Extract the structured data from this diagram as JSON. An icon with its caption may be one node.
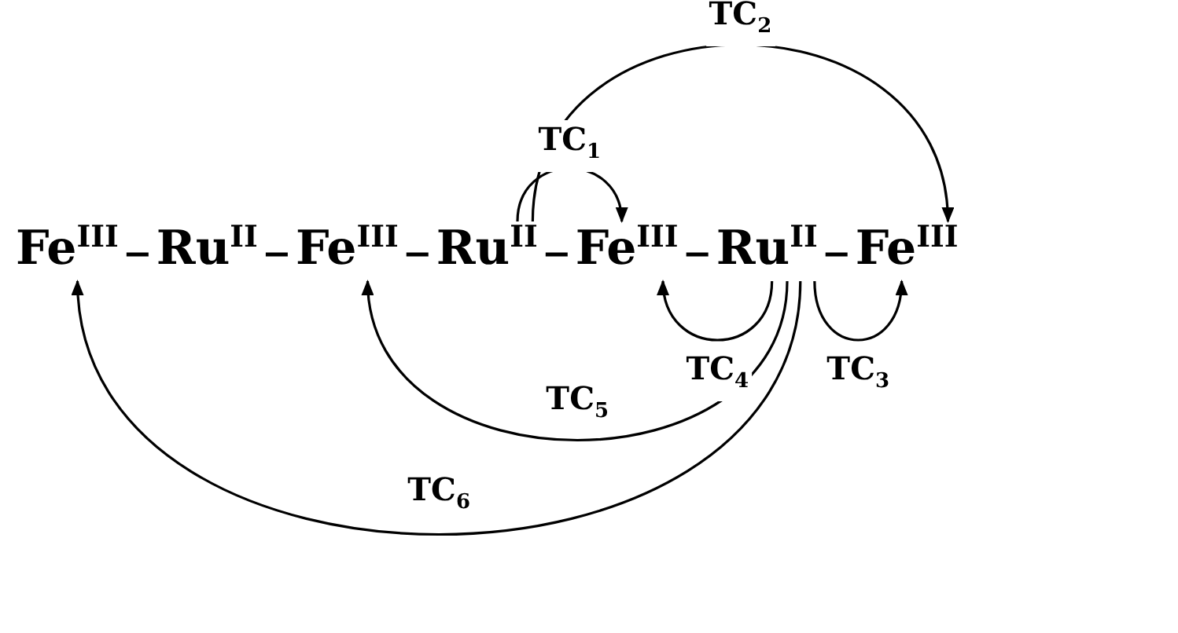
{
  "diagram": {
    "nodes": [
      {
        "text": [
          "Fe$^{III}$"
        ]
      },
      {
        "text": [
          "Ru$^{II}$"
        ]
      },
      {
        "text": [
          "Fe$^{III}$"
        ]
      },
      {
        "text": [
          "Ru$^{II}$"
        ]
      },
      {
        "text": [
          "Fe$^{III}$"
        ]
      },
      {
        "text": [
          "Ru$^{II}$"
        ]
      },
      {
        "text": [
          "Fe$^{III}$"
        ]
      }
    ],
    "edges": [
      {
        "from": 3,
        "to": 4,
        "arrow": "to",
        "label": "TC$_{1}$"
      },
      {
        "from": 3,
        "to": 6,
        "arrow": "to",
        "label": "TC$_{2}$"
      },
      {
        "from": 5,
        "to": 6,
        "arrow": "to",
        "label": "TC$_{3}$"
      },
      {
        "from": 5,
        "to": 4,
        "arrow": "to",
        "label": "TC$_{4}$"
      },
      {
        "from": 5,
        "to": 2,
        "arrow": "to",
        "label": "TC$_{5}$"
      },
      {
        "from": 5,
        "to": 0,
        "arrow": "to",
        "label": "TC$_{6}$"
      },
      {
        "from": 0,
        "to": 1,
        "arrow": "none"
      },
      {
        "from": 1,
        "to": 2,
        "arrow": "none"
      },
      {
        "from": 2,
        "to": 3,
        "arrow": "none"
      },
      {
        "from": 3,
        "to": 4,
        "arrow": "none"
      },
      {
        "from": 4,
        "to": 5,
        "arrow": "none"
      },
      {
        "from": 5,
        "to": 6,
        "arrow": "none"
      }
    ]
  }
}
